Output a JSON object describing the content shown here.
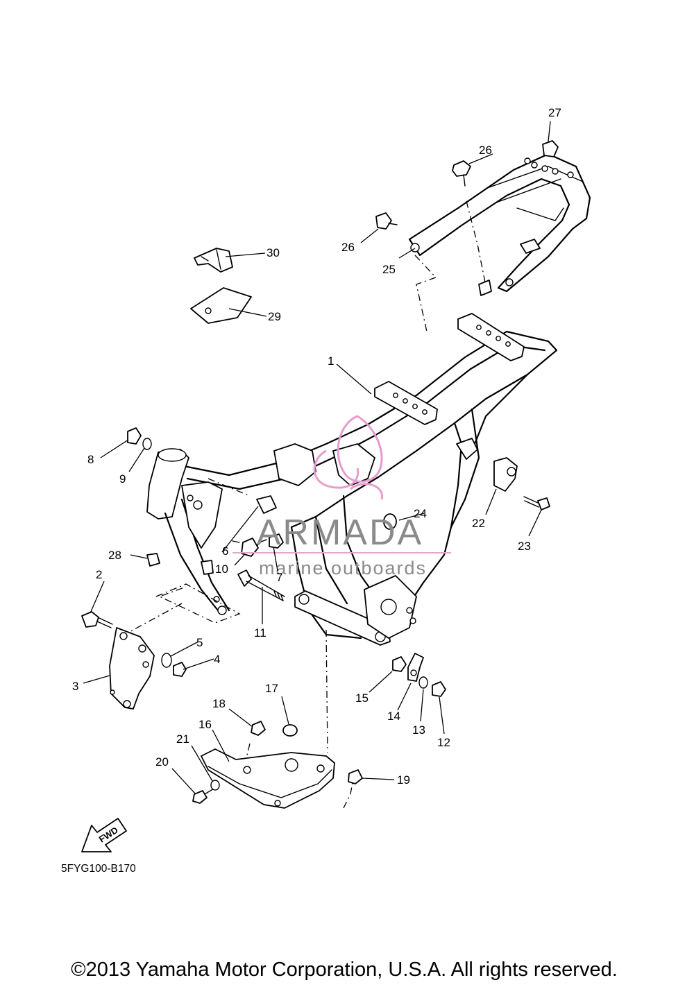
{
  "diagram": {
    "callouts": [
      {
        "id": "1",
        "label": "1"
      },
      {
        "id": "2",
        "label": "2"
      },
      {
        "id": "3",
        "label": "3"
      },
      {
        "id": "4",
        "label": "4"
      },
      {
        "id": "5",
        "label": "5"
      },
      {
        "id": "6",
        "label": "6"
      },
      {
        "id": "7",
        "label": "7"
      },
      {
        "id": "8",
        "label": "8"
      },
      {
        "id": "9",
        "label": "9"
      },
      {
        "id": "10",
        "label": "10"
      },
      {
        "id": "11",
        "label": "11"
      },
      {
        "id": "12",
        "label": "12"
      },
      {
        "id": "13",
        "label": "13"
      },
      {
        "id": "14",
        "label": "14"
      },
      {
        "id": "15",
        "label": "15"
      },
      {
        "id": "16",
        "label": "16"
      },
      {
        "id": "17",
        "label": "17"
      },
      {
        "id": "18",
        "label": "18"
      },
      {
        "id": "19",
        "label": "19"
      },
      {
        "id": "20",
        "label": "20"
      },
      {
        "id": "21",
        "label": "21"
      },
      {
        "id": "22",
        "label": "22"
      },
      {
        "id": "23",
        "label": "23"
      },
      {
        "id": "24",
        "label": "24"
      },
      {
        "id": "25",
        "label": "25"
      },
      {
        "id": "26a",
        "label": "26"
      },
      {
        "id": "26b",
        "label": "26"
      },
      {
        "id": "27",
        "label": "27"
      },
      {
        "id": "28",
        "label": "28"
      },
      {
        "id": "29",
        "label": "29"
      },
      {
        "id": "30",
        "label": "30"
      }
    ],
    "fwd_label": "FWD",
    "part_code": "5FYG100-B170",
    "copyright": "©2013 Yamaha Motor Corporation, U.S.A. All rights reserved."
  },
  "watermark": {
    "brand": "ARMADA",
    "tagline": "marine outboards",
    "logo_color": "#e89bcd"
  }
}
